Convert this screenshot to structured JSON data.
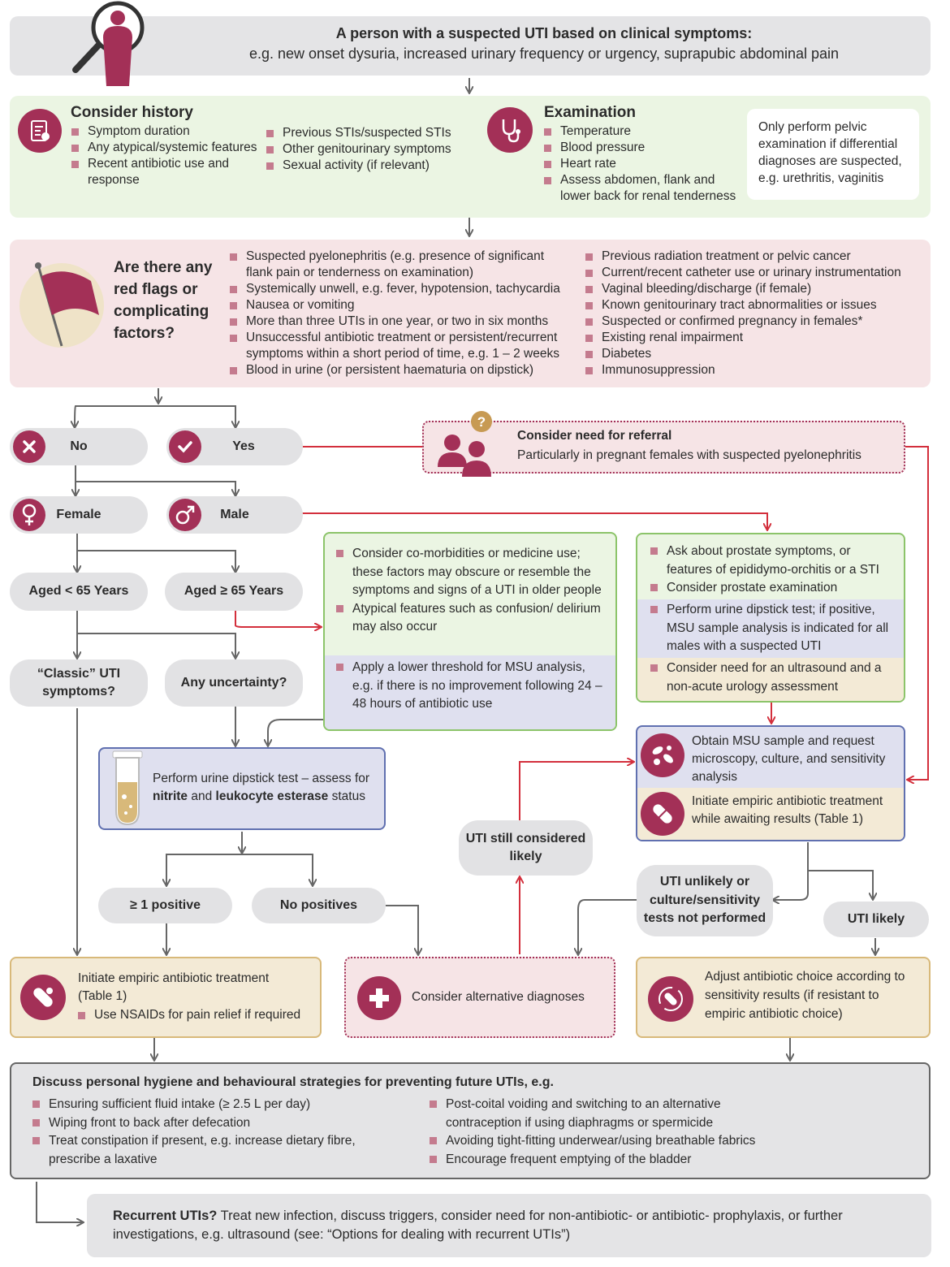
{
  "top": {
    "title": "A person with a suspected UTI based on clinical symptoms:",
    "subtitle": "e.g. new onset dysuria, increased urinary frequency or urgency, suprapubic abdominal pain"
  },
  "history": {
    "heading": "Consider history",
    "col1": [
      "Symptom duration",
      "Any atypical/systemic features",
      "Recent antibiotic use and response"
    ],
    "col2": [
      "Previous STIs/suspected STIs",
      "Other genitourinary symptoms",
      "Sexual activity (if relevant)"
    ]
  },
  "exam": {
    "heading": "Examination",
    "items": [
      "Temperature",
      "Blood pressure",
      "Heart rate",
      "Assess abdomen, flank and lower back for renal tenderness"
    ],
    "note": "Only perform pelvic examination if differential diagnoses are suspected, e.g. urethritis, vaginitis"
  },
  "redflags": {
    "question": "Are there any red flags or complicating factors?",
    "col1": [
      "Suspected pyelonephritis (e.g. presence of significant flank pain or tenderness on examination)",
      "Systemically unwell, e.g. fever, hypotension, tachycardia",
      "Nausea or vomiting",
      "More than three UTIs in one year, or two in six months",
      "Unsuccessful antibiotic treatment or persistent/recurrent symptoms within a short period of time, e.g. 1 – 2 weeks",
      "Blood in urine (or persistent haematuria on dipstick)"
    ],
    "col2": [
      "Previous radiation treatment or pelvic cancer",
      "Current/recent catheter use or urinary instrumentation",
      "Vaginal bleeding/discharge (if female)",
      "Known genitourinary tract abnormalities or issues",
      "Suspected or confirmed pregnancy in females*",
      "Existing renal impairment",
      "Diabetes",
      "Immunosuppression"
    ]
  },
  "nodes": {
    "no": "No",
    "yes": "Yes",
    "female": "Female",
    "male": "Male",
    "aged_under": "Aged < 65 Years",
    "aged_over": "Aged ≥ 65 Years",
    "classic": "“Classic” UTI symptoms?",
    "uncertainty": "Any uncertainty?",
    "positive": "≥ 1 positive",
    "no_positives": "No positives",
    "still_likely": "UTI still considered likely",
    "unlikely": "UTI unlikely or culture/sensitivity tests not performed",
    "likely": "UTI likely"
  },
  "referral": {
    "title": "Consider need for referral",
    "text": "Particularly in pregnant females with suspected pyelonephritis"
  },
  "older": {
    "items": [
      "Consider co-morbidities or medicine use; these factors may obscure or resemble the symptoms and signs of a UTI in older people",
      "Atypical features such as confusion/ delirium may also occur"
    ],
    "lower": "Apply a lower threshold for MSU analysis, e.g. if there is no improvement following 24 – 48 hours of antibiotic use"
  },
  "male_box": {
    "green": [
      "Ask about prostate symptoms, or features of epididymo-orchitis or a STI",
      "Consider prostate examination"
    ],
    "blue": "Perform urine dipstick test; if positive, MSU sample analysis is indicated for all males with a suspected UTI",
    "tan": "Consider need for an ultrasound and a non-acute urology assessment"
  },
  "dipstick": {
    "pre": "Perform urine dipstick test – assess for ",
    "b1": "nitrite",
    "mid": " and ",
    "b2": "leukocyte esterase",
    "post": " status"
  },
  "msu": {
    "obtain": "Obtain MSU sample and request microscopy, culture, and sensitivity analysis",
    "initiate": "Initiate empiric antibiotic treatment while awaiting results (Table 1)"
  },
  "empiric": {
    "text": "Initiate empiric antibiotic treatment (Table 1)",
    "bullet": "Use NSAIDs for pain relief if required"
  },
  "alternative": "Consider alternative diagnoses",
  "adjust": "Adjust antibiotic choice according to sensitivity results (if resistant to empiric antibiotic choice)",
  "hygiene": {
    "title": "Discuss personal hygiene and behavioural strategies for preventing future UTIs, e.g.",
    "col1": [
      "Ensuring sufficient fluid intake (≥ 2.5 L per day)",
      "Wiping front to back after defecation",
      "Treat constipation if present, e.g. increase dietary fibre, prescribe a laxative"
    ],
    "col2": [
      "Post-coital voiding and switching to an alternative contraception if using diaphragms or spermicide",
      "Avoiding tight-fitting underwear/using breathable fabrics",
      "Encourage frequent emptying of the bladder"
    ]
  },
  "recurrent": {
    "bold": "Recurrent UTIs?",
    "text": " Treat new infection, discuss triggers, consider need for non-antibiotic- or antibiotic- prophylaxis, or further investigations, e.g. ultrasound (see: “Options for dealing with recurrent UTIs”)"
  },
  "colors": {
    "accent": "#a33057",
    "red_line": "#d32f3c",
    "green_bg": "#ebf5e3",
    "pink_bg": "#f6e4e6",
    "blue_bg": "#dfe0ef",
    "tan_bg": "#f3ead6",
    "grey_bg": "#e4e4e6"
  }
}
